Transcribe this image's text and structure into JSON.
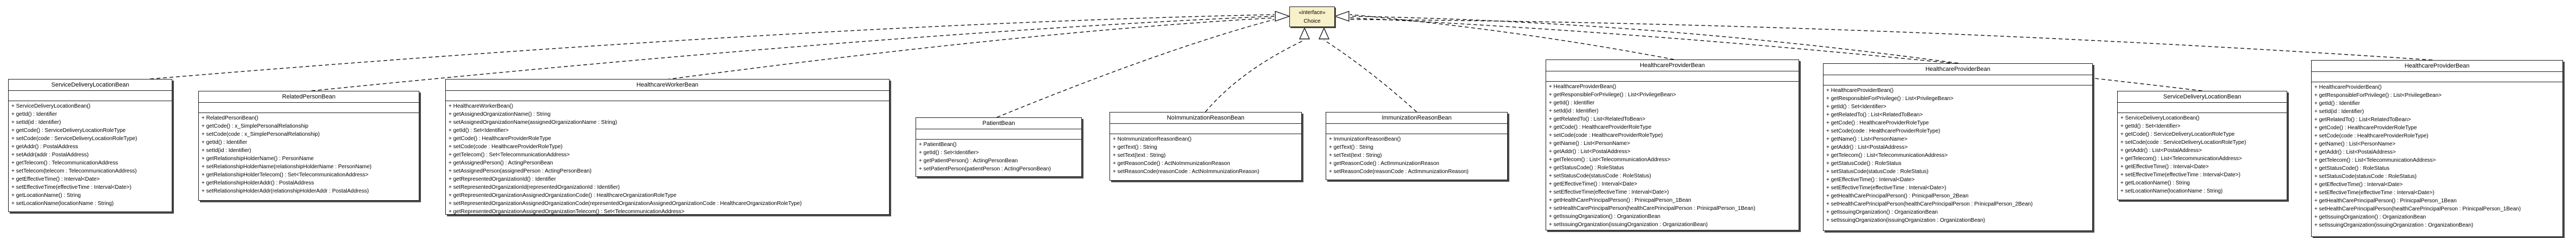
{
  "interface": {
    "stereotype": "«interface»",
    "name": "Choice"
  },
  "classes": [
    {
      "name": "ServiceDeliveryLocationBean",
      "attributes": [],
      "methods": [
        "+ ServiceDeliveryLocationBean()",
        "+ getId() : Identifier",
        "+ setId(id : Identifier)",
        "+ getCode() : ServiceDeliveryLocationRoleType",
        "+ setCode(code : ServiceDeliveryLocationRoleType)",
        "+ getAddr() : PostalAddress",
        "+ setAddr(addr : PostalAddress)",
        "+ getTelecom() : TelecommunicationAddress",
        "+ setTelecom(telecom : TelecommunicationAddress)",
        "+ getEffectiveTime() : Interval<Date>",
        "+ setEffectiveTime(effectiveTime : Interval<Date>)",
        "+ getLocationName() : String",
        "+ setLocationName(locationName : String)"
      ]
    },
    {
      "name": "RelatedPersonBean",
      "attributes": [],
      "methods": [
        "+ RelatedPersonBean()",
        "+ getCode() : x_SimplePersonalRelationship",
        "+ setCode(code : x_SimplePersonalRelationship)",
        "+ getId() : Identifier",
        "+ setId(id : Identifier)",
        "+ getRelationshipHolderName() : PersonName",
        "+ setRelationshipHolderName(relationshipHolderName : PersonName)",
        "+ getRelationshipHolderTelecom() : Set<TelecommunicationAddress>",
        "+ getRelationshipHolderAddr() : PostalAddress",
        "+ setRelationshipHolderAddr(relationshipHolderAddr : PostalAddress)"
      ]
    },
    {
      "name": "HealthcareWorkerBean",
      "attributes": [],
      "methods": [
        "+ HealthcareWorkerBean()",
        "+ getAssignedOrganizationName() : String",
        "+ setAssignedOrganizationName(assignedOrganizationName : String)",
        "+ getId() : Set<Identifier>",
        "+ getCode() : HealthcareProviderRoleType",
        "+ setCode(code : HealthcareProviderRoleType)",
        "+ getTelecom() : Set<TelecommunicationAddress>",
        "+ getAssignedPerson() : ActingPersonBean",
        "+ setAssignedPerson(assignedPerson : ActingPersonBean)",
        "+ getRepresentedOrganizationId() : Identifier",
        "+ setRepresentedOrganizationId(representedOrganizationId : Identifier)",
        "+ getRepresentedOrganizationAssignedOrganizationCode() : HealthcareOrganizationRoleType",
        "+ setRepresentedOrganizationAssignedOrganizationCode(representedOrganizationAssignedOrganizationCode : HealthcareOrganizationRoleType)",
        "+ getRepresentedOrganizationAssignedOrganizationTelecom() : Set<TelecommunicationAddress>"
      ]
    },
    {
      "name": "PatientBean",
      "attributes": [],
      "methods": [
        "+ PatientBean()",
        "+ getId() : Set<Identifier>",
        "+ getPatientPerson() : ActingPersonBean",
        "+ setPatientPerson(patientPerson : ActingPersonBean)"
      ]
    },
    {
      "name": "NoImmunizationReasonBean",
      "attributes": [],
      "methods": [
        "+ NoImmunizationReasonBean()",
        "+ getText() : String",
        "+ setText(text : String)",
        "+ getReasonCode() : ActNoImmunizationReason",
        "+ setReasonCode(reasonCode : ActNoImmunizationReason)"
      ]
    },
    {
      "name": "ImmunizationReasonBean",
      "attributes": [],
      "methods": [
        "+ ImmunizationReasonBean()",
        "+ getText() : String",
        "+ setText(text : String)",
        "+ getReasonCode() : ActImmunizationReason",
        "+ setReasonCode(reasonCode : ActImmunizationReason)"
      ]
    },
    {
      "name": "HealthcareProviderBean",
      "attributes": [],
      "methods": [
        "+ HealthcareProviderBean()",
        "+ getResponsibleForPrivilege() : List<PrivilegeBean>",
        "+ getId() : Identifier",
        "+ setId(id : Identifier)",
        "+ getRelatedTo() : List<RelatedToBean>",
        "+ getCode() : HealthcareProviderRoleType",
        "+ setCode(code : HealthcareProviderRoleType)",
        "+ getName() : List<PersonName>",
        "+ getAddr() : List<PostalAddress>",
        "+ getTelecom() : List<TelecommunicationAddress>",
        "+ getStatusCode() : RoleStatus",
        "+ setStatusCode(statusCode : RoleStatus)",
        "+ getEffectiveTime() : Interval<Date>",
        "+ setEffectiveTime(effectiveTime : Interval<Date>)",
        "+ getHealthCarePrincipalPerson() : PrinicpalPerson_1Bean",
        "+ setHealthCarePrincipalPerson(healthCarePrincipalPerson : PrinicpalPerson_1Bean)",
        "+ getIssuingOrganization() : OrganizationBean",
        "+ setIssuingOrganization(issuingOrganization : OrganizationBean)"
      ]
    },
    {
      "name": "HealthcareProviderBean",
      "attributes": [],
      "methods": [
        "+ HealthcareProviderBean()",
        "+ getResponsibleForPrivilege() : List<PrivilegeBean>",
        "+ getId() : Set<Identifier>",
        "+ getRelatedTo() : List<RelatedToBean>",
        "+ getCode() : HealthcareProviderRoleType",
        "+ setCode(code : HealthcareProviderRoleType)",
        "+ getName() : List<PersonName>",
        "+ getAddr() : List<PostalAddress>",
        "+ getTelecom() : List<TelecommunicationAddress>",
        "+ getStatusCode() : RoleStatus",
        "+ setStatusCode(statusCode : RoleStatus)",
        "+ getEffectiveTime() : Interval<Date>",
        "+ setEffectiveTime(effectiveTime : Interval<Date>)",
        "+ getHealthCarePrincipalPerson() : PrinicpalPerson_2Bean",
        "+ setHealthCarePrincipalPerson(healthCarePrincipalPerson : PrinicpalPerson_2Bean)",
        "+ getIssuingOrganization() : OrganizationBean",
        "+ setIssuingOrganization(issuingOrganization : OrganizationBean)"
      ]
    },
    {
      "name": "ServiceDeliveryLocationBean",
      "attributes": [],
      "methods": [
        "+ ServiceDeliveryLocationBean()",
        "+ getId() : Set<Identifier>",
        "+ getCode() : ServiceDeliveryLocationRoleType",
        "+ setCode(code : ServiceDeliveryLocationRoleType)",
        "+ getAddr() : List<PostalAddress>",
        "+ getTelecom() : List<TelecommunicationAddress>",
        "+ getEffectiveTime() : Interval<Date>",
        "+ setEffectiveTime(effectiveTime : Interval<Date>)",
        "+ getLocationName() : String",
        "+ setLocationName(locationName : String)"
      ]
    },
    {
      "name": "HealthcareProviderBean",
      "attributes": [],
      "methods": [
        "+ HealthcareProviderBean()",
        "+ getResponsibleForPrivilege() : List<PrivilegeBean>",
        "+ getId() : Identifier",
        "+ setId(id : Identifier)",
        "+ getRelatedTo() : List<RelatedToBean>",
        "+ getCode() : HealthcareProviderRoleType",
        "+ setCode(code : HealthcareProviderRoleType)",
        "+ getName() : List<PersonName>",
        "+ getAddr() : List<PostalAddress>",
        "+ getTelecom() : List<TelecommunicationAddress>",
        "+ getStatusCode() : RoleStatus",
        "+ setStatusCode(statusCode : RoleStatus)",
        "+ getEffectiveTime() : Interval<Date>",
        "+ setEffectiveTime(effectiveTime : Interval<Date>)",
        "+ getHealthCarePrincipalPerson() : PrinicpalPerson_1Bean",
        "+ setHealthCarePrincipalPerson(healthCarePrincipalPerson : PrinicpalPerson_1Bean)",
        "+ getIssuingOrganization() : OrganizationBean",
        "+ setIssuingOrganization(issuingOrganization : OrganizationBean)"
      ]
    }
  ],
  "colors": {
    "interface_fill": "#f8f0c8",
    "class_fill": "#ffffff",
    "border": "#1a1a1a",
    "shadow": "#4a4a4a",
    "edge": "#111111"
  }
}
